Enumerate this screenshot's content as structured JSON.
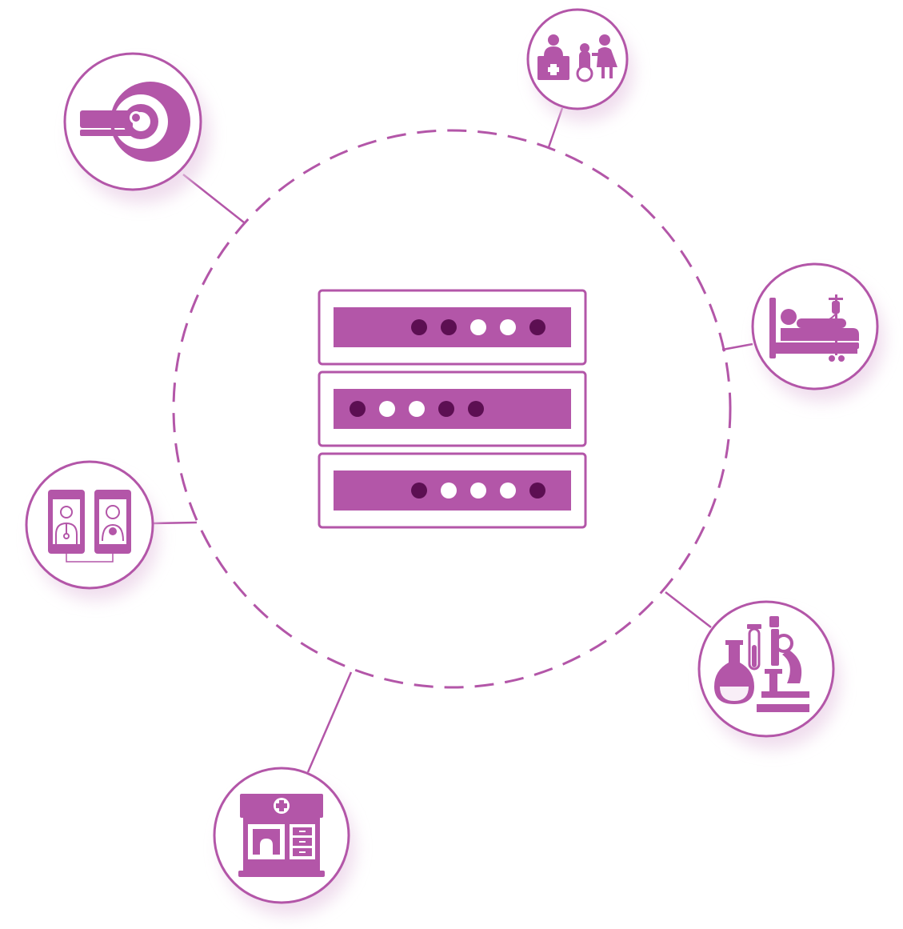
{
  "colors": {
    "primary": "#b356a8",
    "dark_led": "#5c0f52",
    "light_led": "#ffffff",
    "background": "#ffffff",
    "shadow": "#e9cfe6"
  },
  "server": {
    "units": [
      {
        "leds": [
          "dark",
          "dark",
          "light",
          "light",
          "dark"
        ],
        "align": "right"
      },
      {
        "leds": [
          "dark",
          "light",
          "light",
          "dark",
          "dark"
        ],
        "align": "left"
      },
      {
        "leds": [
          "dark",
          "light",
          "light",
          "light",
          "dark"
        ],
        "align": "right"
      }
    ]
  },
  "nodes": [
    {
      "id": "mri-scanner",
      "icon": "mri-scanner-icon"
    },
    {
      "id": "hospital-reception",
      "icon": "reception-wheelchair-icon"
    },
    {
      "id": "inpatient-bed",
      "icon": "hospital-bed-iv-icon"
    },
    {
      "id": "telemedicine",
      "icon": "telemedicine-phones-icon"
    },
    {
      "id": "laboratory",
      "icon": "lab-microscope-flask-icon"
    },
    {
      "id": "pharmacy",
      "icon": "pharmacy-store-icon"
    }
  ]
}
